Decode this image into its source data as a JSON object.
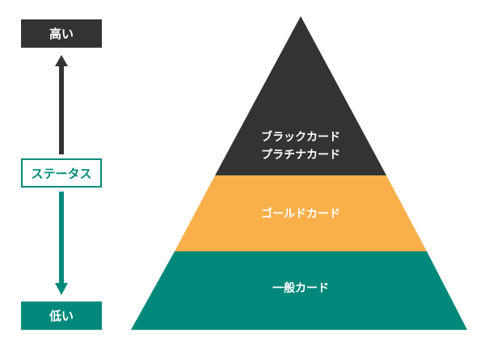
{
  "colors": {
    "dark": "#333333",
    "orange": "#f9b04b",
    "green": "#00897a"
  },
  "axis": {
    "high_label": "高い",
    "status_label": "ステータス",
    "low_label": "低い"
  },
  "pyramid": {
    "tiers": [
      {
        "lines": [
          "ブラックカード",
          "プラチナカード"
        ]
      },
      {
        "lines": [
          "ゴールドカード"
        ]
      },
      {
        "lines": [
          "一般カード"
        ]
      }
    ]
  }
}
